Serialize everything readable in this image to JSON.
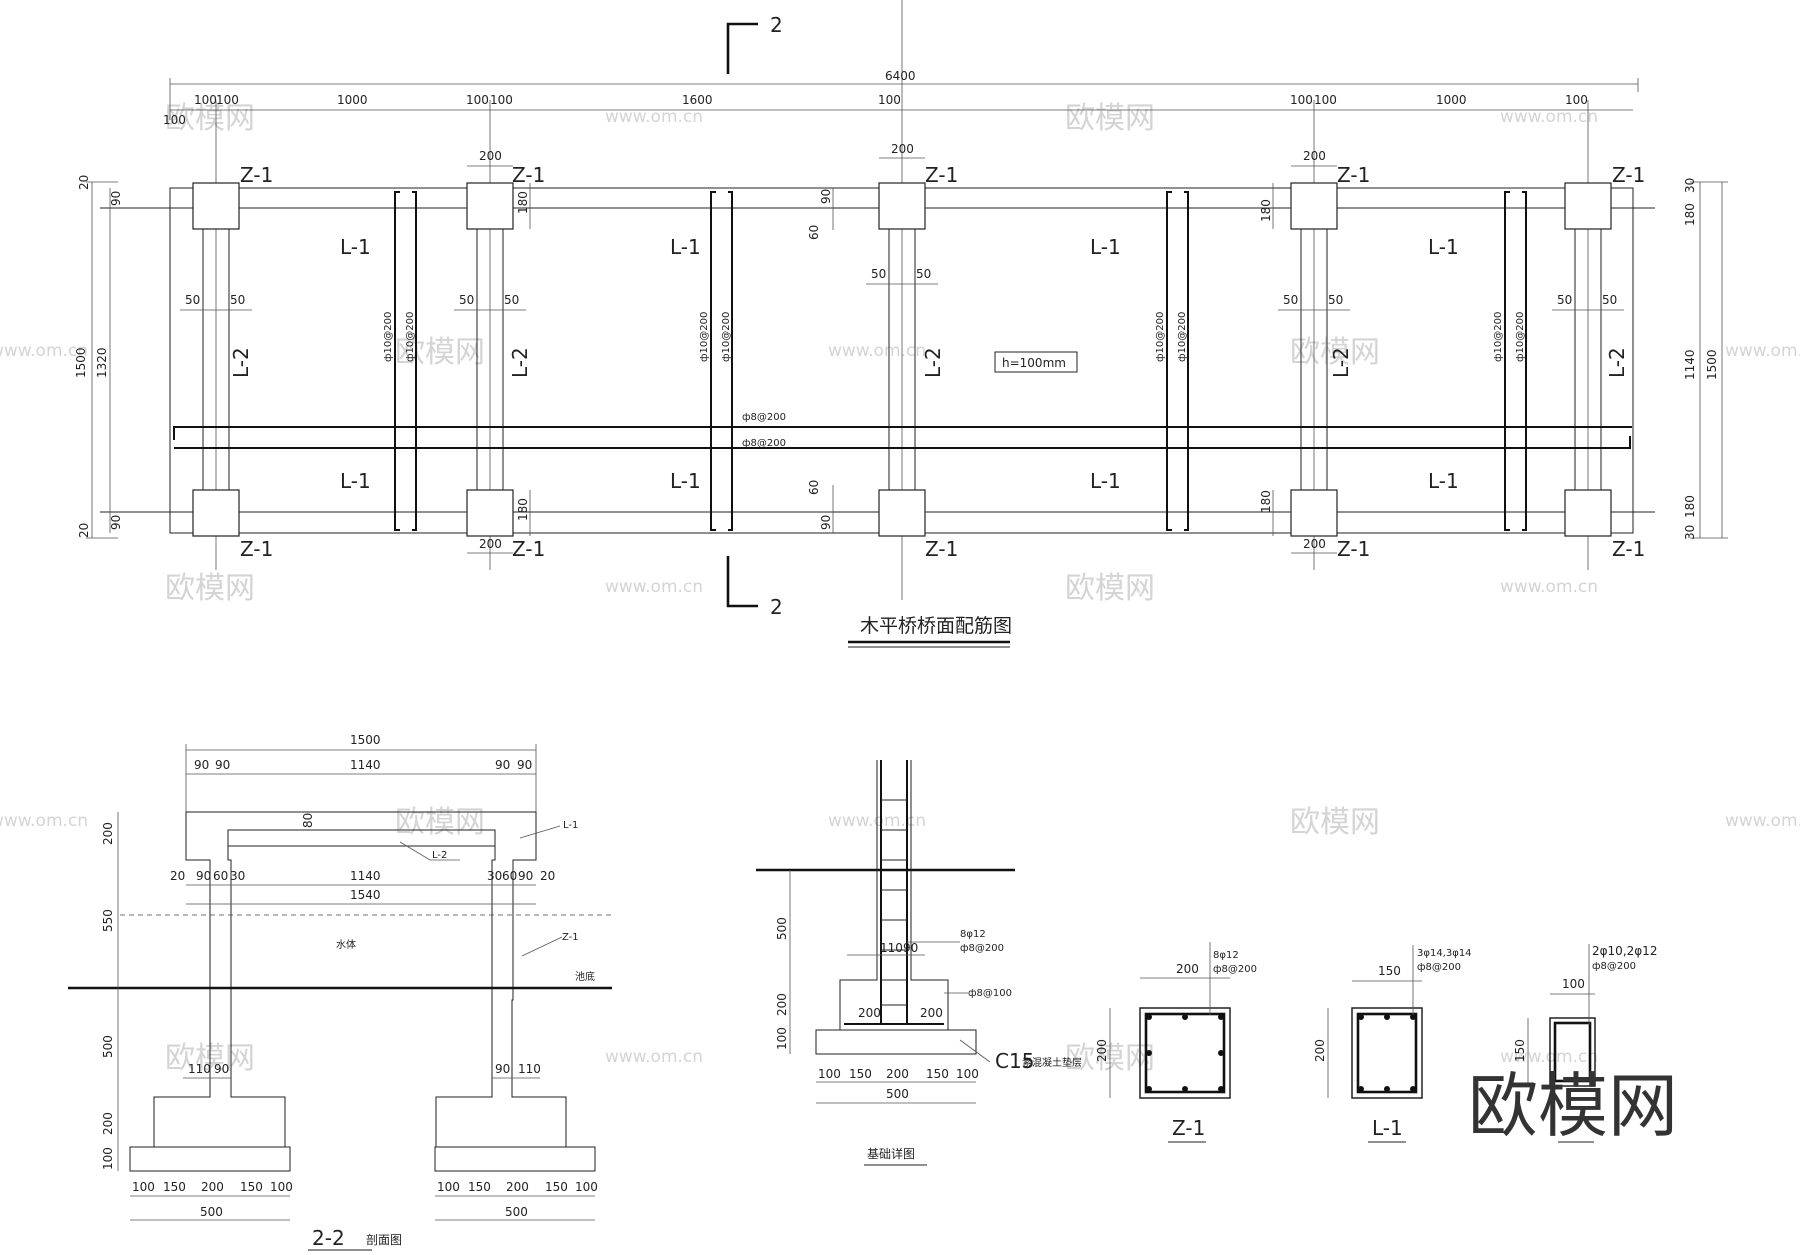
{
  "watermarks": {
    "cn": "欧模网",
    "url": "www.om.cn",
    "logo": "欧模网"
  },
  "plan": {
    "title": "木平桥桥面配筋图",
    "section_mark": "2",
    "top_dims": {
      "overall": "6400",
      "a": "100",
      "b": "100",
      "c": "1000",
      "d": "1600",
      "e": "100",
      "f": "100",
      "g": "100",
      "h": "1000",
      "i": "100",
      "j": "100",
      "k": "100",
      "l": "100",
      "m": "100"
    },
    "col_dim": "200",
    "beam_dim": "180",
    "rib_dims": {
      "left": "50",
      "right": "50"
    },
    "side_left": {
      "a": "20",
      "b": "90",
      "c": "1500",
      "d": "1320",
      "e": "90",
      "f": "20"
    },
    "side_right": {
      "a": "30",
      "b": "180",
      "c": "1140",
      "d": "1500",
      "e": "180",
      "f": "30"
    },
    "offsets": {
      "a": "90",
      "b": "60",
      "c": "60",
      "d": "90"
    },
    "column_label": "Z-1",
    "beam_label": "L-1",
    "rib_label": "L-2",
    "rebar_vertical": "ф10@200",
    "rebar_horizontal": "ф8@200",
    "slab_note": "h=100mm"
  },
  "section": {
    "title": "2-2",
    "title_suffix": "剖面图",
    "top": {
      "overall": "1500",
      "a": "90",
      "b": "90",
      "mid": "1140",
      "c": "90",
      "d": "90"
    },
    "h_slab": "200",
    "slab_step": "80",
    "under": {
      "a": "20",
      "b": "90",
      "c": "60",
      "d": "30",
      "mid": "1140",
      "e": "30",
      "f": "60",
      "g": "90",
      "h": "20",
      "overall": "1540"
    },
    "heights": {
      "water": "550",
      "lower": "500",
      "footing": "200",
      "pad": "100"
    },
    "ped": {
      "a": "110",
      "b": "90",
      "c": "90",
      "d": "110"
    },
    "labels": {
      "beam": "L-1",
      "rib": "L-2",
      "column": "Z-1",
      "water": "水体",
      "bed": "池底"
    },
    "base": {
      "a": "100",
      "b": "150",
      "c": "200",
      "d": "150",
      "e": "100",
      "total": "500"
    }
  },
  "foundation": {
    "title": "基础详图",
    "h_above": "500",
    "h_ped": "200",
    "h_pad": "100",
    "col_rebar": "8φ12",
    "stirrup": "ф8@200",
    "foot_rebar": "ф8@100",
    "inner": {
      "a": "110",
      "b": "90"
    },
    "bottom_inner": {
      "a": "200",
      "b": "200"
    },
    "concrete_label": "C15",
    "concrete_note": "素混凝土垫层",
    "base": {
      "a": "100",
      "b": "150",
      "c": "200",
      "d": "150",
      "e": "100",
      "total": "500"
    }
  },
  "sections": {
    "z1": {
      "label": "Z-1",
      "width": "200",
      "height": "200",
      "rebar": "8φ12",
      "stirrup": "ф8@200"
    },
    "l1": {
      "label": "L-1",
      "width": "150",
      "height": "200",
      "rebar": "3φ14,3φ14",
      "stirrup": "ф8@200"
    },
    "l2": {
      "width": "100",
      "height": "150",
      "rebar": "2φ10,2φ12",
      "stirrup": "ф8@200"
    }
  }
}
